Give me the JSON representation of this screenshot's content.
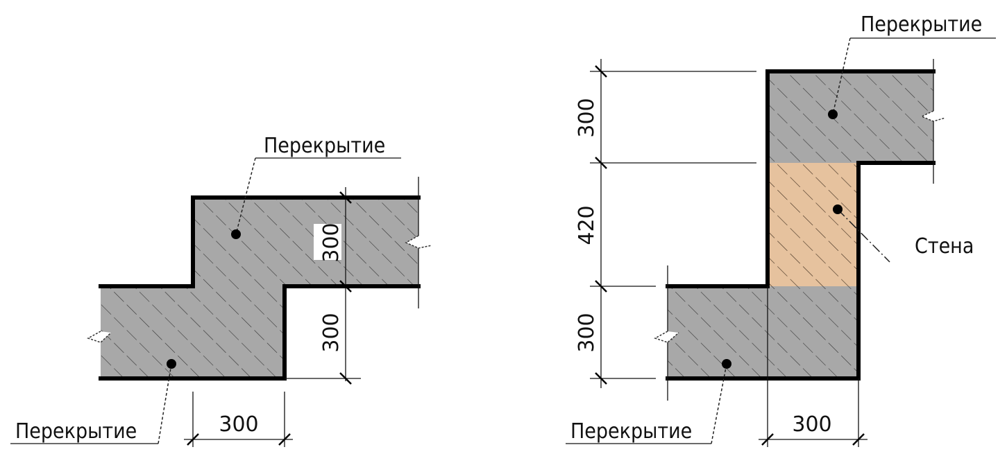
{
  "colors": {
    "slab": "#a8a8a8",
    "wall": "#e6c29e",
    "outline": "#000000"
  },
  "left_detail": {
    "top_label": "Перекрытие",
    "bottom_label": "Перекрытие",
    "dim_upper": "300",
    "dim_lower": "300",
    "dim_horizontal": "300"
  },
  "right_detail": {
    "top_label": "Перекрытие",
    "wall_label": "Стена",
    "bottom_label": "Перекрытие",
    "dim_top": "300",
    "dim_middle": "420",
    "dim_bottom": "300",
    "dim_horizontal": "300"
  }
}
